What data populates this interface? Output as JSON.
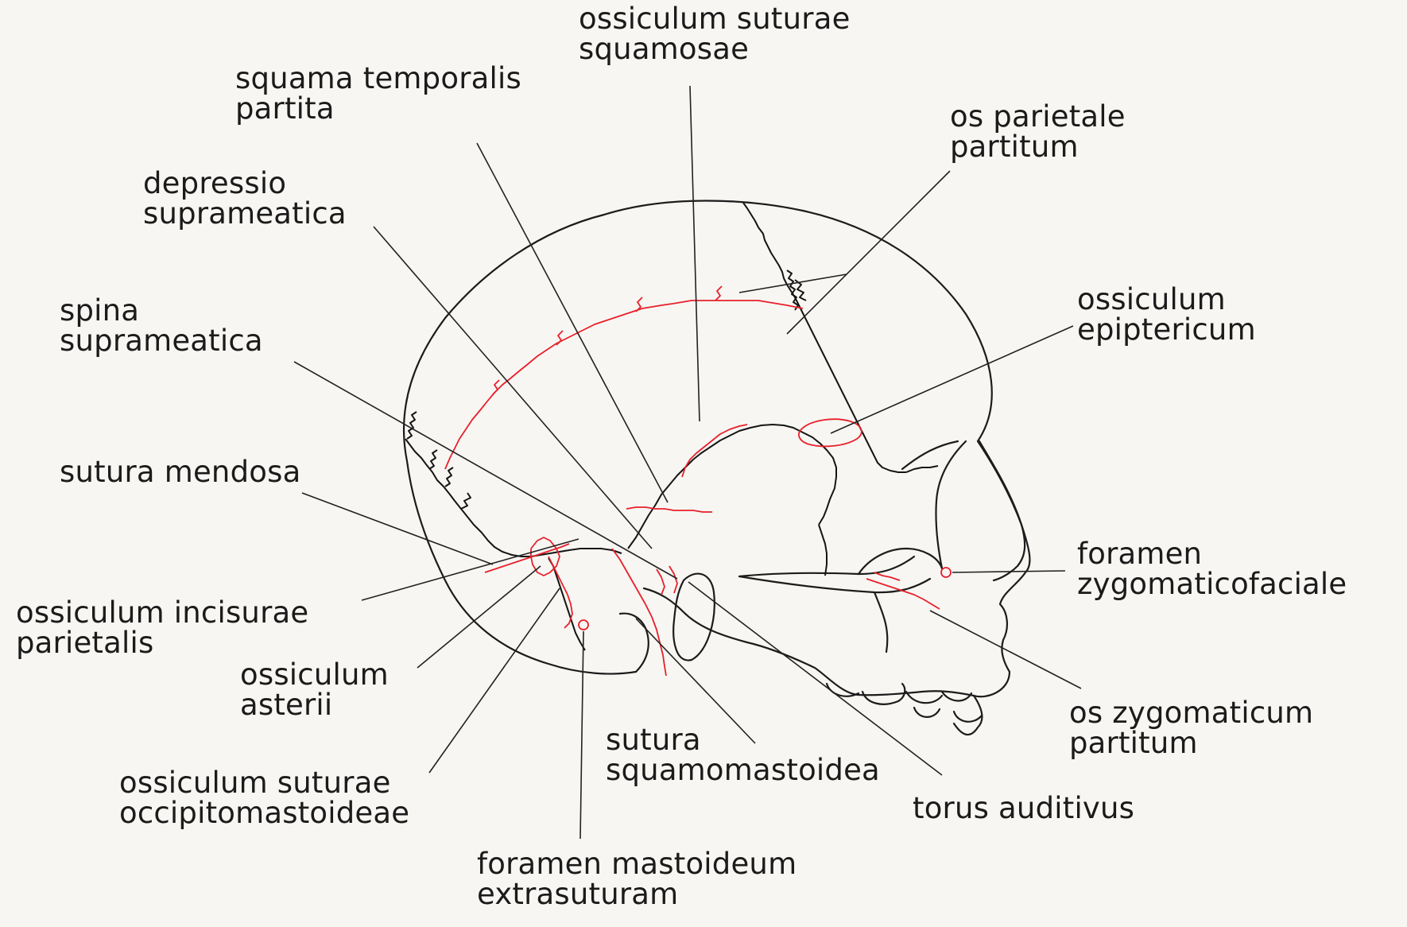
{
  "diagram": {
    "colors": {
      "background": "#f7f6f3",
      "outline": "#1c1c1c",
      "variant_marks": "#e8202a",
      "text": "#1b1b1b"
    },
    "labels": {
      "ossiculum_suturae_squamosae": [
        "ossiculum suturae",
        "squamosae"
      ],
      "squama_temporalis_partita": [
        "squama temporalis",
        "partita"
      ],
      "os_parietale_partitum": [
        "os parietale",
        "partitum"
      ],
      "depressio_suprameatica": [
        "depressio",
        "suprameatica"
      ],
      "spina_suprameatica": [
        "spina",
        "suprameatica"
      ],
      "ossiculum_epiptericum": [
        "ossiculum",
        "epiptericum"
      ],
      "sutura_mendosa": [
        "sutura mendosa"
      ],
      "foramen_zygomaticofaciale": [
        "foramen",
        "zygomaticofaciale"
      ],
      "ossiculum_incisurae_parietalis": [
        "ossiculum incisurae",
        "parietalis"
      ],
      "ossiculum_asterii": [
        "ossiculum",
        "asterii"
      ],
      "os_zygomaticum_partitum": [
        "os zygomaticum",
        "partitum"
      ],
      "sutura_squamomastoidea": [
        "sutura",
        "squamomastoidea"
      ],
      "ossiculum_suturae_occipitomastoideae": [
        "ossiculum suturae",
        "occipitomastoideae"
      ],
      "torus_auditivus": [
        "torus auditivus"
      ],
      "foramen_mastoideum_extrasuturam": [
        "foramen mastoideum",
        "extrasuturam"
      ]
    }
  }
}
